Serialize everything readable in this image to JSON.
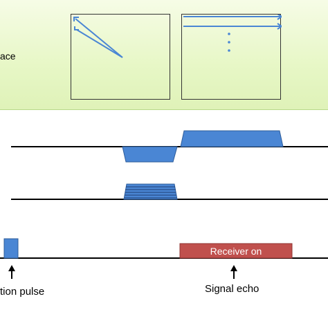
{
  "kspace": {
    "label": "ace"
  },
  "timing": {
    "receiver_label": "Receiver on",
    "excitation_label": "tion pulse",
    "echo_label": "Signal echo"
  },
  "colors": {
    "band_bg": "#e7f7c6",
    "gradient_blue": "#4a86d4",
    "receiver_red": "#c0504d",
    "line": "#000000"
  }
}
